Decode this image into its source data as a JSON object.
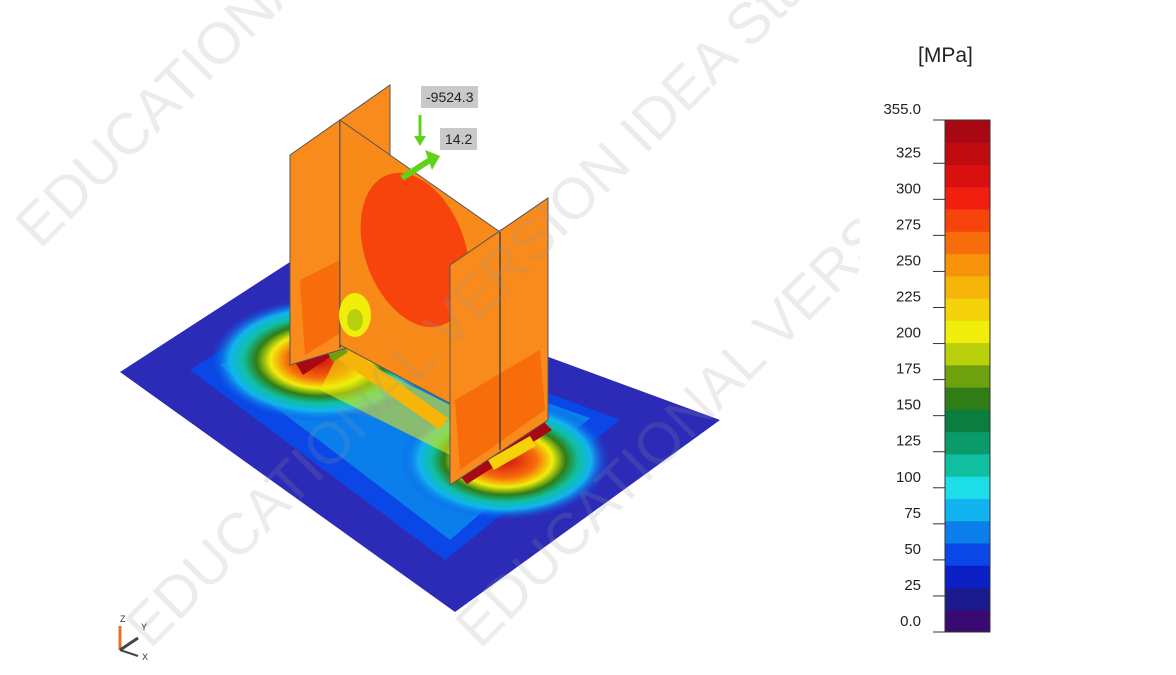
{
  "loads": {
    "axial": "-9524.3",
    "shear": "14.2"
  },
  "legend": {
    "unit": "[MPa]",
    "max": 355.0,
    "ticks": [
      "355.0",
      "325",
      "300",
      "275",
      "250",
      "225",
      "200",
      "175",
      "150",
      "125",
      "100",
      "75",
      "50",
      "25",
      "0.0"
    ],
    "tick_values": [
      355,
      325,
      300,
      275,
      250,
      225,
      200,
      175,
      150,
      125,
      100,
      75,
      50,
      25,
      0
    ],
    "colors": [
      "#3a0a73",
      "#1a1a8c",
      "#0a1fc4",
      "#0a47e6",
      "#0a7fec",
      "#11b4f0",
      "#1ddde6",
      "#10bfa0",
      "#0b9a6a",
      "#0b7d3e",
      "#2f7d17",
      "#6fa10e",
      "#b9d10c",
      "#f1ee0b",
      "#f4d30b",
      "#f7b50a",
      "#f6930a",
      "#f76c0b",
      "#f7440d",
      "#f11f10",
      "#d90f10",
      "#c00b10",
      "#a70812"
    ]
  },
  "axes": {
    "x": "X",
    "y": "Y",
    "z": "Z"
  },
  "watermark": "EDUCATIONAL VERSION IDEA StatiCa",
  "palette": {
    "plate_low": "#2a2abf",
    "plate_mid": "#14b3ee",
    "web": "#f78a18",
    "flange": "#f88b1b"
  }
}
